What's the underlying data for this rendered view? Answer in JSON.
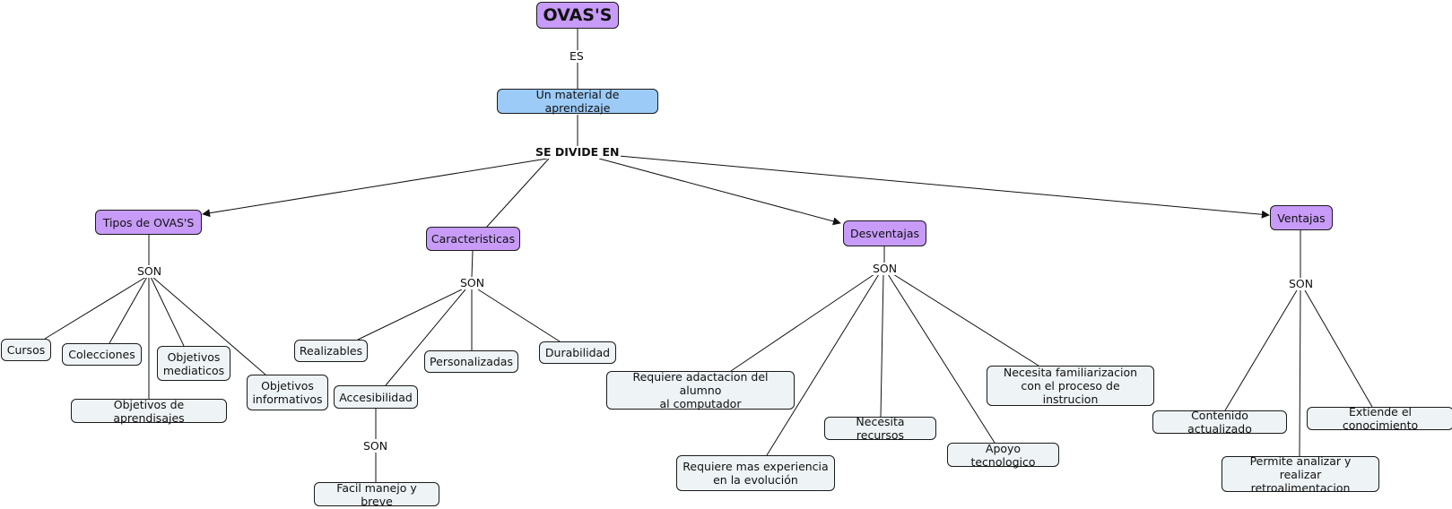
{
  "root": "OVAS'S",
  "link_es": "ES",
  "definition": "Un material de aprendizaje",
  "link_divide": "SE DIVIDE EN",
  "link_son": "SON",
  "categories": {
    "tipos": "Tipos de OVAS'S",
    "caracteristicas": "Caracteristicas",
    "desventajas": "Desventajas",
    "ventajas": "Ventajas"
  },
  "tipos_items": [
    "Cursos",
    "Colecciones",
    "Objetivos\nmediaticos",
    "Objetivos\ninformativos",
    "Objetivos de aprendisajes"
  ],
  "caracteristicas_items": [
    "Realizables",
    "Personalizadas",
    "Durabilidad",
    "Accesibilidad"
  ],
  "accesibilidad_item": "Facil manejo y breve",
  "desventajas_items": [
    "Requiere adactacion del alumno\nal computador",
    "Requiere mas experiencia\nen la evolución",
    "Necesita recursos",
    "Apoyo tecnologico",
    "Necesita familiarizacion\ncon el proceso de instrucion"
  ],
  "ventajas_items": [
    "Contenido actualizado",
    "Permite analizar y realizar\nretroalimentacion",
    "Extiende el conocimiento"
  ],
  "colors": {
    "concept": "#c79bf7",
    "definition": "#9ccbf7",
    "leaf": "#eef3f5",
    "line": "#1a1a1a"
  }
}
